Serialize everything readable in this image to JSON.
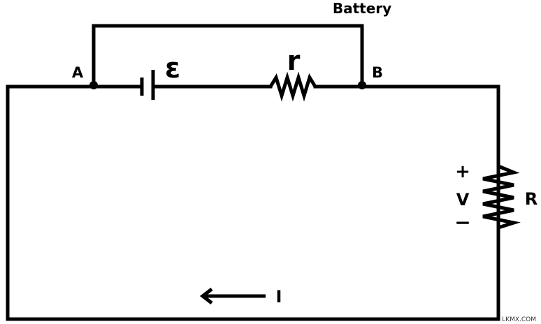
{
  "labels": {
    "battery": "Battery",
    "node_a": "A",
    "node_b": "B",
    "emf": "ε",
    "internal_resistance": "r",
    "load_resistance": "R",
    "voltage": "V",
    "plus": "+",
    "minus": "−",
    "current": "I"
  },
  "watermark": "LKMX.COM"
}
